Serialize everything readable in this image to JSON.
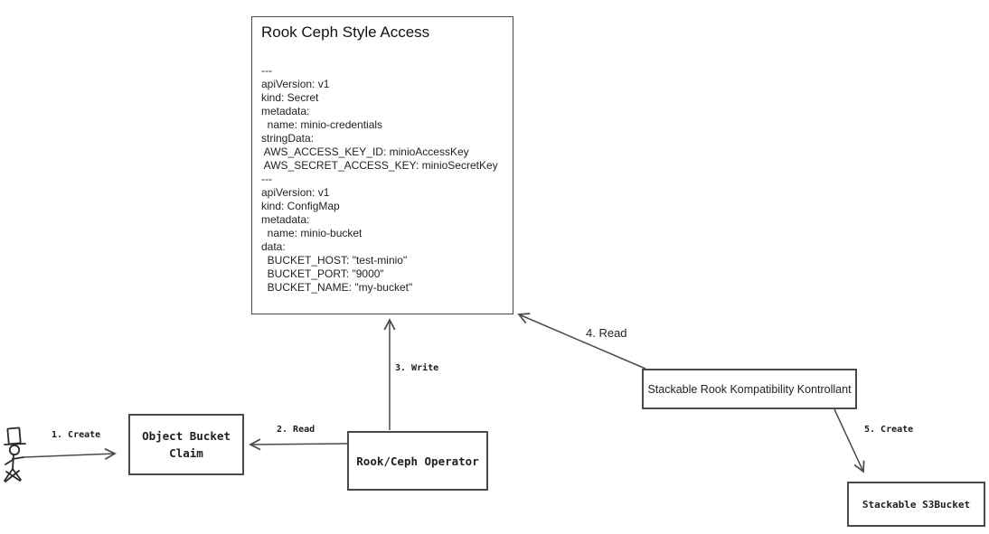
{
  "diagram": {
    "colors": {
      "stroke": "#4a4a4a",
      "text": "#1a1a1a",
      "background": "#ffffff"
    },
    "nodes": {
      "rook_ceph": {
        "title": "Rook Ceph Style Access",
        "yaml": "---\napiVersion: v1\nkind: Secret\nmetadata:\n  name: minio-credentials\nstringData:\n AWS_ACCESS_KEY_ID: minioAccessKey\n AWS_SECRET_ACCESS_KEY: minioSecretKey\n---\napiVersion: v1\nkind: ConfigMap\nmetadata:\n  name: minio-bucket\ndata:\n  BUCKET_HOST: \"test-minio\"\n  BUCKET_PORT: \"9000\"\n  BUCKET_NAME: \"my-bucket\""
      },
      "object_bucket_claim": {
        "label": "Object Bucket Claim"
      },
      "rook_ceph_operator": {
        "label": "Rook/Ceph Operator"
      },
      "stackable_kontrollant": {
        "label": "Stackable Rook Kompatibility Kontrollant"
      },
      "stackable_s3bucket": {
        "label": "Stackable S3Bucket"
      }
    },
    "edges": [
      {
        "label": "1. Create",
        "from": "user",
        "to": "object_bucket_claim"
      },
      {
        "label": "2. Read",
        "from": "rook_ceph_operator",
        "to": "object_bucket_claim"
      },
      {
        "label": "3. Write",
        "from": "rook_ceph_operator",
        "to": "rook_ceph"
      },
      {
        "label": "4. Read",
        "from": "stackable_kontrollant",
        "to": "rook_ceph"
      },
      {
        "label": "5. Create",
        "from": "stackable_kontrollant",
        "to": "stackable_s3bucket"
      }
    ]
  }
}
